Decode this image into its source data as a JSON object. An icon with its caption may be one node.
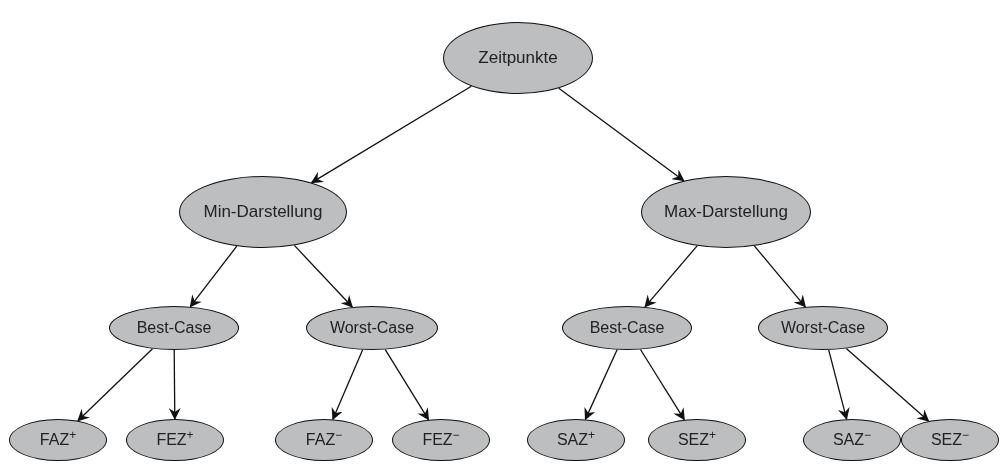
{
  "diagram": {
    "nodes": [
      {
        "text": [
          "Zeitpunkte"
        ]
      },
      {
        "text": [
          "Min-Darstellung"
        ]
      },
      {
        "text": [
          "Max-Darstellung"
        ]
      },
      {
        "text": [
          "Best-Case"
        ]
      },
      {
        "text": [
          "Worst-Case"
        ]
      },
      {
        "text": [
          "Best-Case"
        ]
      },
      {
        "text": [
          "Worst-Case"
        ]
      },
      {
        "text": [
          "FAZ$^{+}$"
        ]
      },
      {
        "text": [
          "FEZ$^{+}$"
        ]
      },
      {
        "text": [
          "FAZ$^{−}$"
        ]
      },
      {
        "text": [
          "FEZ$^{−}$"
        ]
      },
      {
        "text": [
          "SAZ$^{+}$"
        ]
      },
      {
        "text": [
          "SEZ$^{+}$"
        ]
      },
      {
        "text": [
          "SAZ$^{−}$"
        ]
      },
      {
        "text": [
          "SEZ$^{−}$"
        ]
      }
    ],
    "edges": [
      {
        "from": 0,
        "to": 1,
        "arrow": "to"
      },
      {
        "from": 0,
        "to": 2,
        "arrow": "to"
      },
      {
        "from": 1,
        "to": 3,
        "arrow": "to"
      },
      {
        "from": 1,
        "to": 4,
        "arrow": "to"
      },
      {
        "from": 2,
        "to": 5,
        "arrow": "to"
      },
      {
        "from": 2,
        "to": 6,
        "arrow": "to"
      },
      {
        "from": 3,
        "to": 7,
        "arrow": "to"
      },
      {
        "from": 3,
        "to": 8,
        "arrow": "to"
      },
      {
        "from": 4,
        "to": 9,
        "arrow": "to"
      },
      {
        "from": 4,
        "to": 10,
        "arrow": "to"
      },
      {
        "from": 5,
        "to": 11,
        "arrow": "to"
      },
      {
        "from": 5,
        "to": 12,
        "arrow": "to"
      },
      {
        "from": 6,
        "to": 13,
        "arrow": "to"
      },
      {
        "from": 6,
        "to": 14,
        "arrow": "to"
      }
    ]
  }
}
